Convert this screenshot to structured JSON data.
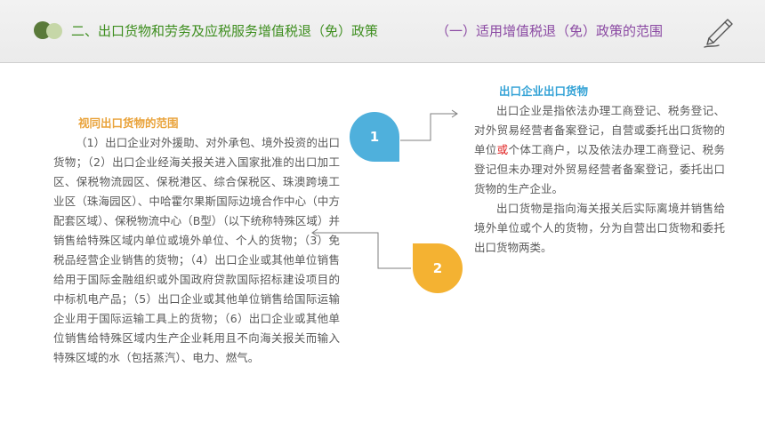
{
  "header": {
    "title": "二、出口货物和劳务及应税服务增值税退（免）政策",
    "subtitle": "（一）适用增值税退（免）政策的范围"
  },
  "left": {
    "heading": "视同出口货物的范围",
    "body": "（1）出口企业对外援助、对外承包、境外投资的出口货物；（2）出口企业经海关报关进入国家批准的出口加工区、保税物流园区、保税港区、综合保税区、珠澳跨境工业区（珠海园区）、中哈霍尔果斯国际边境合作中心（中方配套区域）、保税物流中心（B型）（以下统称特殊区域）并销售给特殊区域内单位或境外单位、个人的货物；（3）免税品经营企业销售的货物；（4）出口企业或其他单位销售给用于国际金融组织或外国政府贷款国际招标建设项目的中标机电产品；（5）出口企业或其他单位销售给国际运输企业用于国际运输工具上的货物；（6）出口企业或其他单位销售给特殊区域内生产企业耗用且不向海关报关而输入特殊区域的水（包括蒸汽）、电力、燃气。"
  },
  "right": {
    "heading": "出口企业出口货物",
    "p1_before": "出口企业是指依法办理工商登记、税务登记、对外贸易经营者备案登记，自营或委托出口货物的单位",
    "p1_highlight": "或",
    "p1_after": "个体工商户，以及依法办理工商登记、税务登记但未办理对外贸易经营者备案登记，委托出口货物的生产企业。",
    "p2": "出口货物是指向海关报关后实际离境并销售给境外单位或个人的货物，分为自营出口货物和委托出口货物两类。"
  },
  "markers": {
    "one": "1",
    "two": "2"
  },
  "colors": {
    "header_title": "#3e8e1f",
    "header_subtitle": "#8b4aa3",
    "left_heading": "#e9a33b",
    "right_heading": "#35a3d6",
    "marker_one": "#4fb0dc",
    "marker_two": "#f4b232",
    "highlight": "#e02020"
  }
}
